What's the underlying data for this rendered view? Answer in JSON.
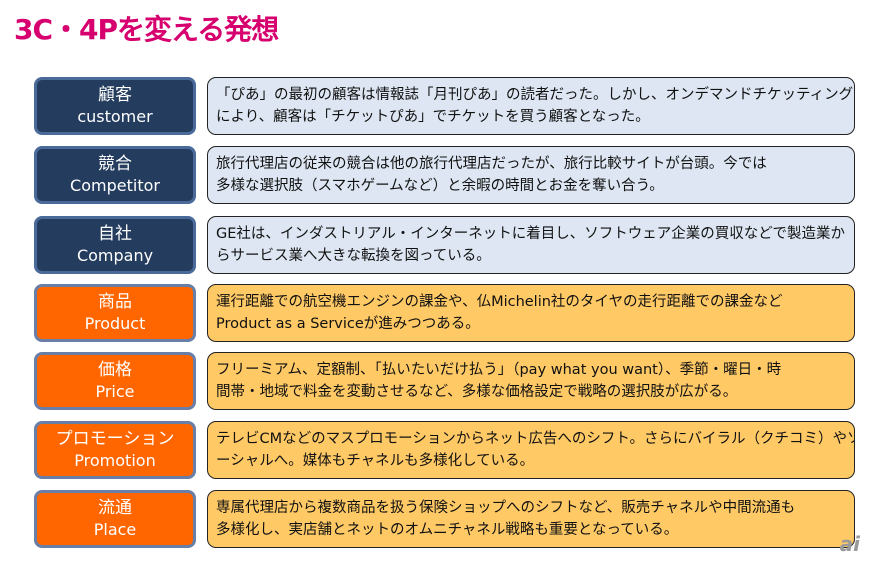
{
  "title": "3C・4Pを変える発想",
  "rows": [
    {
      "jp": "顧客",
      "en": "customer",
      "lines": [
        "「ぴあ」の最初の顧客は情報誌「月刊ぴあ」の読者だった。しかし、オンデマンドチケッティング",
        "により、顧客は「チケットぴあ」でチケットを買う顧客となった。"
      ]
    },
    {
      "jp": "競合",
      "en": "Competitor",
      "lines": [
        "旅行代理店の従来の競合は他の旅行代理店だったが、旅行比較サイトが台頭。今では",
        "多様な選択肢（スマホゲームなど）と余暇の時間とお金を奪い合う。"
      ]
    },
    {
      "jp": "自社",
      "en": "Company",
      "lines": [
        "GE社は、インダストリアル・インターネットに着目し、ソフトウェア企業の買収などで製造業か",
        "らサービス業へ大きな転換を図っている。"
      ]
    },
    {
      "jp": "商品",
      "en": "Product",
      "lines": [
        "運行距離での航空機エンジンの課金や、仏Michelin社のタイヤの走行距離での課金など",
        "Product as a Serviceが進みつつある。"
      ]
    },
    {
      "jp": "価格",
      "en": "Price",
      "lines": [
        "フリーミアム、定額制、「払いたいだけ払う」（pay what you want）、季節・曜日・時",
        "間帯・地域で料金を変動させるなど、多様な価格設定で戦略の選択肢が広がる。"
      ]
    },
    {
      "jp": "プロモーション",
      "en": "Promotion",
      "lines": [
        "テレビCMなどのマスプロモーションからネット広告へのシフト。さらにバイラル（クチコミ）やソ",
        "ーシャルへ。媒体もチャネルも多様化している。"
      ]
    },
    {
      "jp": "流通",
      "en": "Place",
      "lines": [
        "専属代理店から複数商品を扱う保険ショップへのシフトなど、販売チャネルや中間流通も",
        "多様化し、実店舗とネットのオムニチャネル戦略も重要となっている。"
      ]
    }
  ],
  "logo": "ai"
}
